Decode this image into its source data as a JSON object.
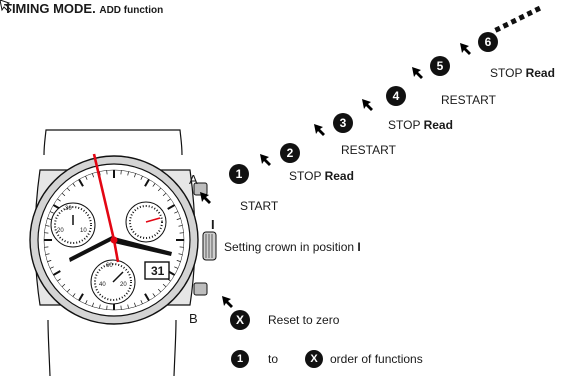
{
  "title": {
    "main": "TIMING MODE.",
    "sub": "ADD function"
  },
  "pushers": {
    "a": "A",
    "b": "B"
  },
  "crown": {
    "position_mark": "I",
    "label": "Setting crown in position ",
    "label_bold": "I"
  },
  "steps": [
    {
      "number": "1",
      "text": "START",
      "bold": ""
    },
    {
      "number": "2",
      "text": "STOP ",
      "bold": "Read"
    },
    {
      "number": "3",
      "text": "RESTART",
      "bold": ""
    },
    {
      "number": "4",
      "text": "STOP ",
      "bold": "Read"
    },
    {
      "number": "5",
      "text": "RESTART",
      "bold": ""
    },
    {
      "number": "6",
      "text": "STOP ",
      "bold": "Read"
    }
  ],
  "reset": {
    "symbol": "X",
    "text": "Reset to zero"
  },
  "legend": {
    "from": "1",
    "to_word": "to",
    "to": "X",
    "text": "order of functions"
  },
  "dial": {
    "date": "31",
    "subdial_left": [
      "30",
      "20",
      "10"
    ],
    "subdial_bottom": [
      "60",
      "40",
      "20"
    ]
  },
  "colors": {
    "accent": "#e30613",
    "ink": "#111111"
  },
  "icons": {
    "press": "press-arrow-icon",
    "continuation": "continuation-dots-icon"
  }
}
